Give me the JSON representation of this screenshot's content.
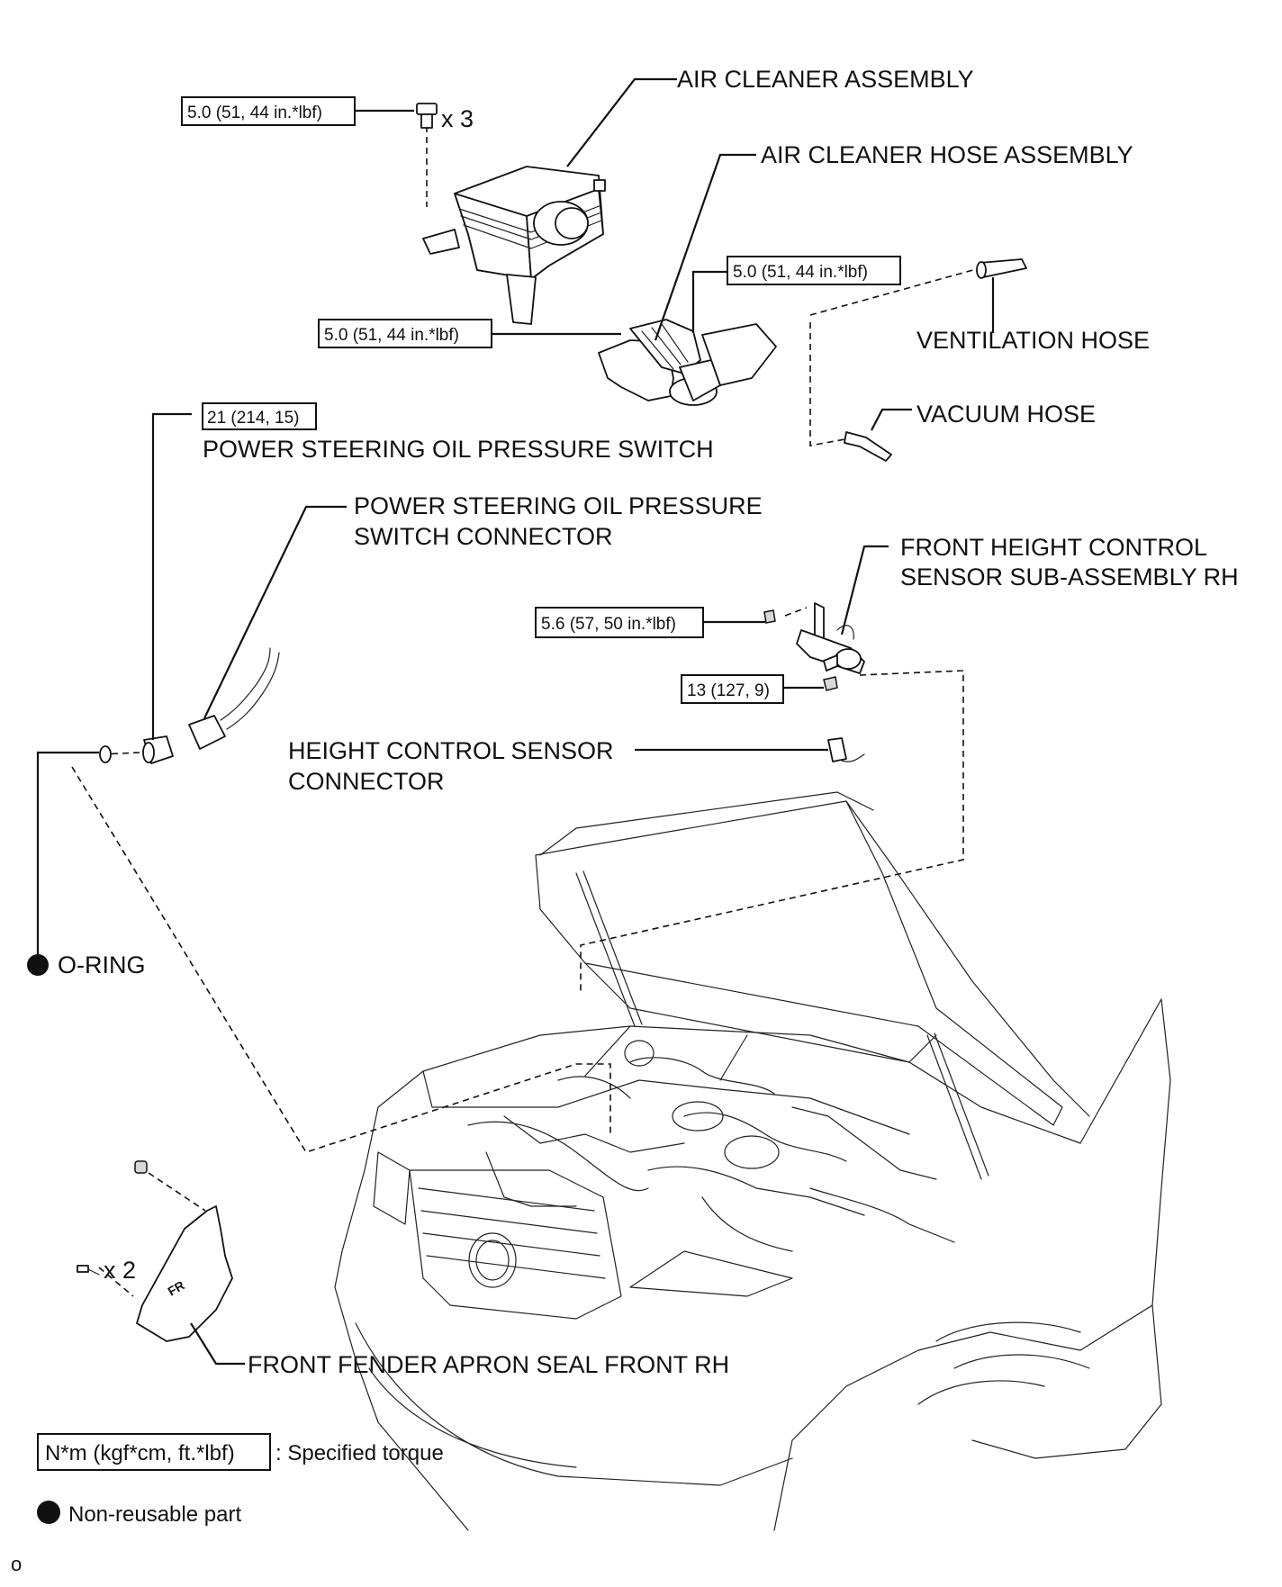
{
  "labels": {
    "air_cleaner_assembly": "AIR CLEANER ASSEMBLY",
    "air_cleaner_hose_assembly": "AIR CLEANER HOSE ASSEMBLY",
    "ventilation_hose": "VENTILATION HOSE",
    "vacuum_hose": "VACUUM HOSE",
    "ps_oil_pressure_switch": "POWER STEERING OIL PRESSURE SWITCH",
    "ps_connector_line1": "POWER STEERING OIL PRESSURE",
    "ps_connector_line2": "SWITCH CONNECTOR",
    "height_sensor_line1": "FRONT HEIGHT CONTROL",
    "height_sensor_line2": "SENSOR SUB-ASSEMBLY RH",
    "height_connector_line1": "HEIGHT CONTROL SENSOR",
    "height_connector_line2": "CONNECTOR",
    "o_ring": "O-RING",
    "fender_seal": "FRONT FENDER APRON SEAL FRONT RH",
    "qty_x3": "x 3",
    "qty_x2": "x 2",
    "fr_mark": "FR"
  },
  "torques": {
    "air_cleaner_bolts": "5.0 (51, 44 in.*lbf)",
    "hose_clamp_right": "5.0 (51, 44 in.*lbf)",
    "hose_clamp_left": "5.0 (51, 44 in.*lbf)",
    "ps_switch": "21 (214, 15)",
    "height_sensor_nut": "5.6 (57, 50 in.*lbf)",
    "height_sensor_bolt": "13 (127, 9)"
  },
  "legend": {
    "torque_unit": "N*m (kgf*cm, ft.*lbf)",
    "torque_desc": ": Specified torque",
    "nonreusable_desc": "Non-reusable part"
  },
  "footer_mark": "o"
}
